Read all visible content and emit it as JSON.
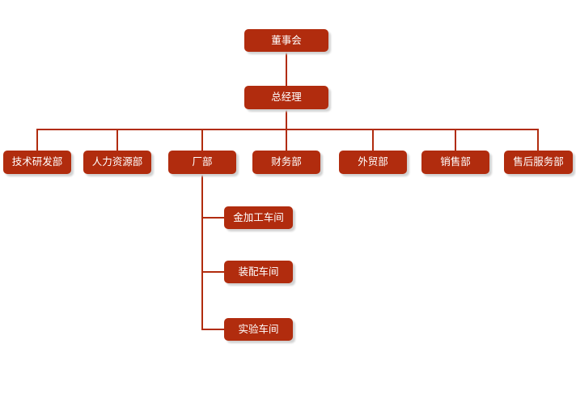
{
  "colors": {
    "node_fill": "#B12C0E",
    "line": "#B12C0E",
    "shadow": "#D2D2D2",
    "text": "#FFFFFF",
    "background": "#FFFFFF"
  },
  "org_chart": {
    "type": "org-hierarchy",
    "root": {
      "label": "董事会"
    },
    "general_manager": {
      "label": "总经理"
    },
    "departments": [
      {
        "label": "技术研发部"
      },
      {
        "label": "人力资源部"
      },
      {
        "label": "厂部"
      },
      {
        "label": "财务部"
      },
      {
        "label": "外贸部"
      },
      {
        "label": "销售部"
      },
      {
        "label": "售后服务部"
      }
    ],
    "factory_workshops": [
      {
        "label": "金加工车间"
      },
      {
        "label": "装配车间"
      },
      {
        "label": "实验车间"
      }
    ]
  }
}
